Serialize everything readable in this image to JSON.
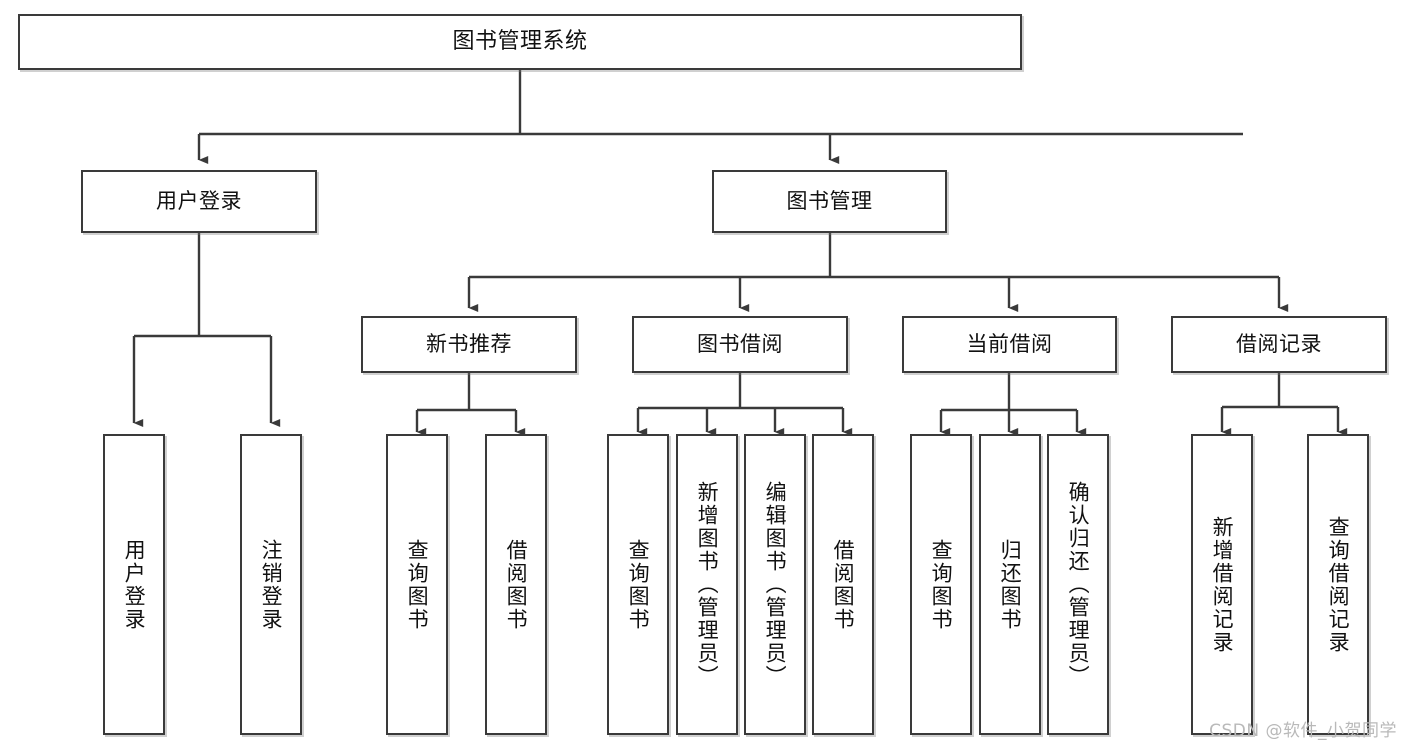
{
  "diagram": {
    "title": "图书管理系统",
    "type": "tree-hierarchy-diagram",
    "colors": {
      "border": "#3a3a3a",
      "background": "#ffffff",
      "text": "#111111",
      "watermark": "#b9b9b9"
    },
    "root": {
      "label": "图书管理系统"
    },
    "level2": [
      {
        "label": "用户登录"
      },
      {
        "label": "图书管理"
      }
    ],
    "level3": [
      {
        "label": "新书推荐"
      },
      {
        "label": "图书借阅"
      },
      {
        "label": "当前借阅"
      },
      {
        "label": "借阅记录"
      }
    ],
    "leaves": {
      "user_login": [
        {
          "label": "用户登录"
        },
        {
          "label": "注销登录"
        }
      ],
      "new_book_recommend": [
        {
          "label": "查询图书"
        },
        {
          "label": "借阅图书"
        }
      ],
      "book_borrow": [
        {
          "label": "查询图书"
        },
        {
          "label": "新增图书（管理员）"
        },
        {
          "label": "编辑图书（管理员）"
        },
        {
          "label": "借阅图书"
        }
      ],
      "current_borrow": [
        {
          "label": "查询图书"
        },
        {
          "label": "归还图书"
        },
        {
          "label": "确认归还（管理员）"
        }
      ],
      "borrow_record": [
        {
          "label": "新增借阅记录"
        },
        {
          "label": "查询借阅记录"
        }
      ]
    }
  },
  "watermark": {
    "text": "CSDN @软件_小贺同学"
  }
}
